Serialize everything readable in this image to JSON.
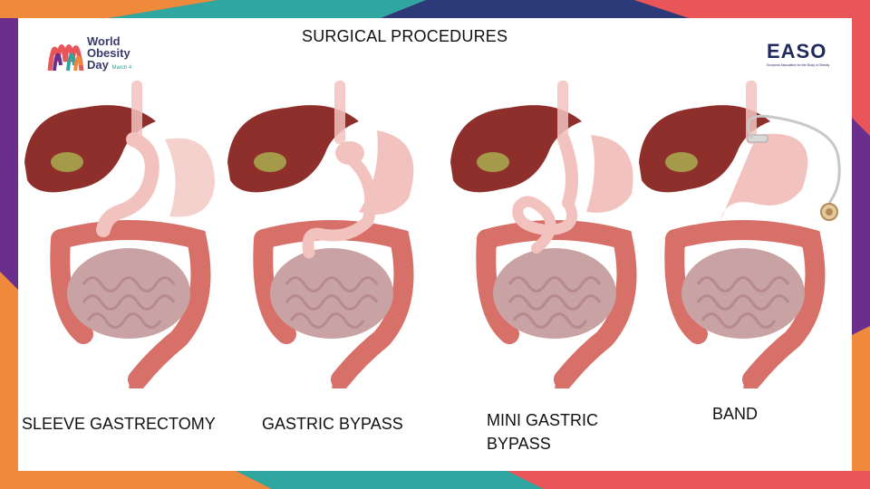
{
  "slide": {
    "title": "SURGICAL PROCEDURES",
    "logos": {
      "left": {
        "line1": "World",
        "line2": "Obesity",
        "line3": "Day",
        "date": "March 4"
      },
      "right": {
        "name": "EASO",
        "tagline": "European Association for the Study of Obesity"
      }
    },
    "procedures": [
      {
        "label": "SLEEVE GASTRECTOMY"
      },
      {
        "label": "GASTRIC BYPASS"
      },
      {
        "label": "MINI GASTRIC BYPASS"
      },
      {
        "label": "BAND"
      }
    ]
  },
  "colors": {
    "frame_red": "#e8565a",
    "frame_purple": "#6a2e8c",
    "frame_teal": "#2fa7a0",
    "frame_orange": "#ef8a3c",
    "frame_navy": "#2c3a7a",
    "liver": "#8f2f2c",
    "stomach": "#f2c2be",
    "intestine": "#d8706a"
  }
}
